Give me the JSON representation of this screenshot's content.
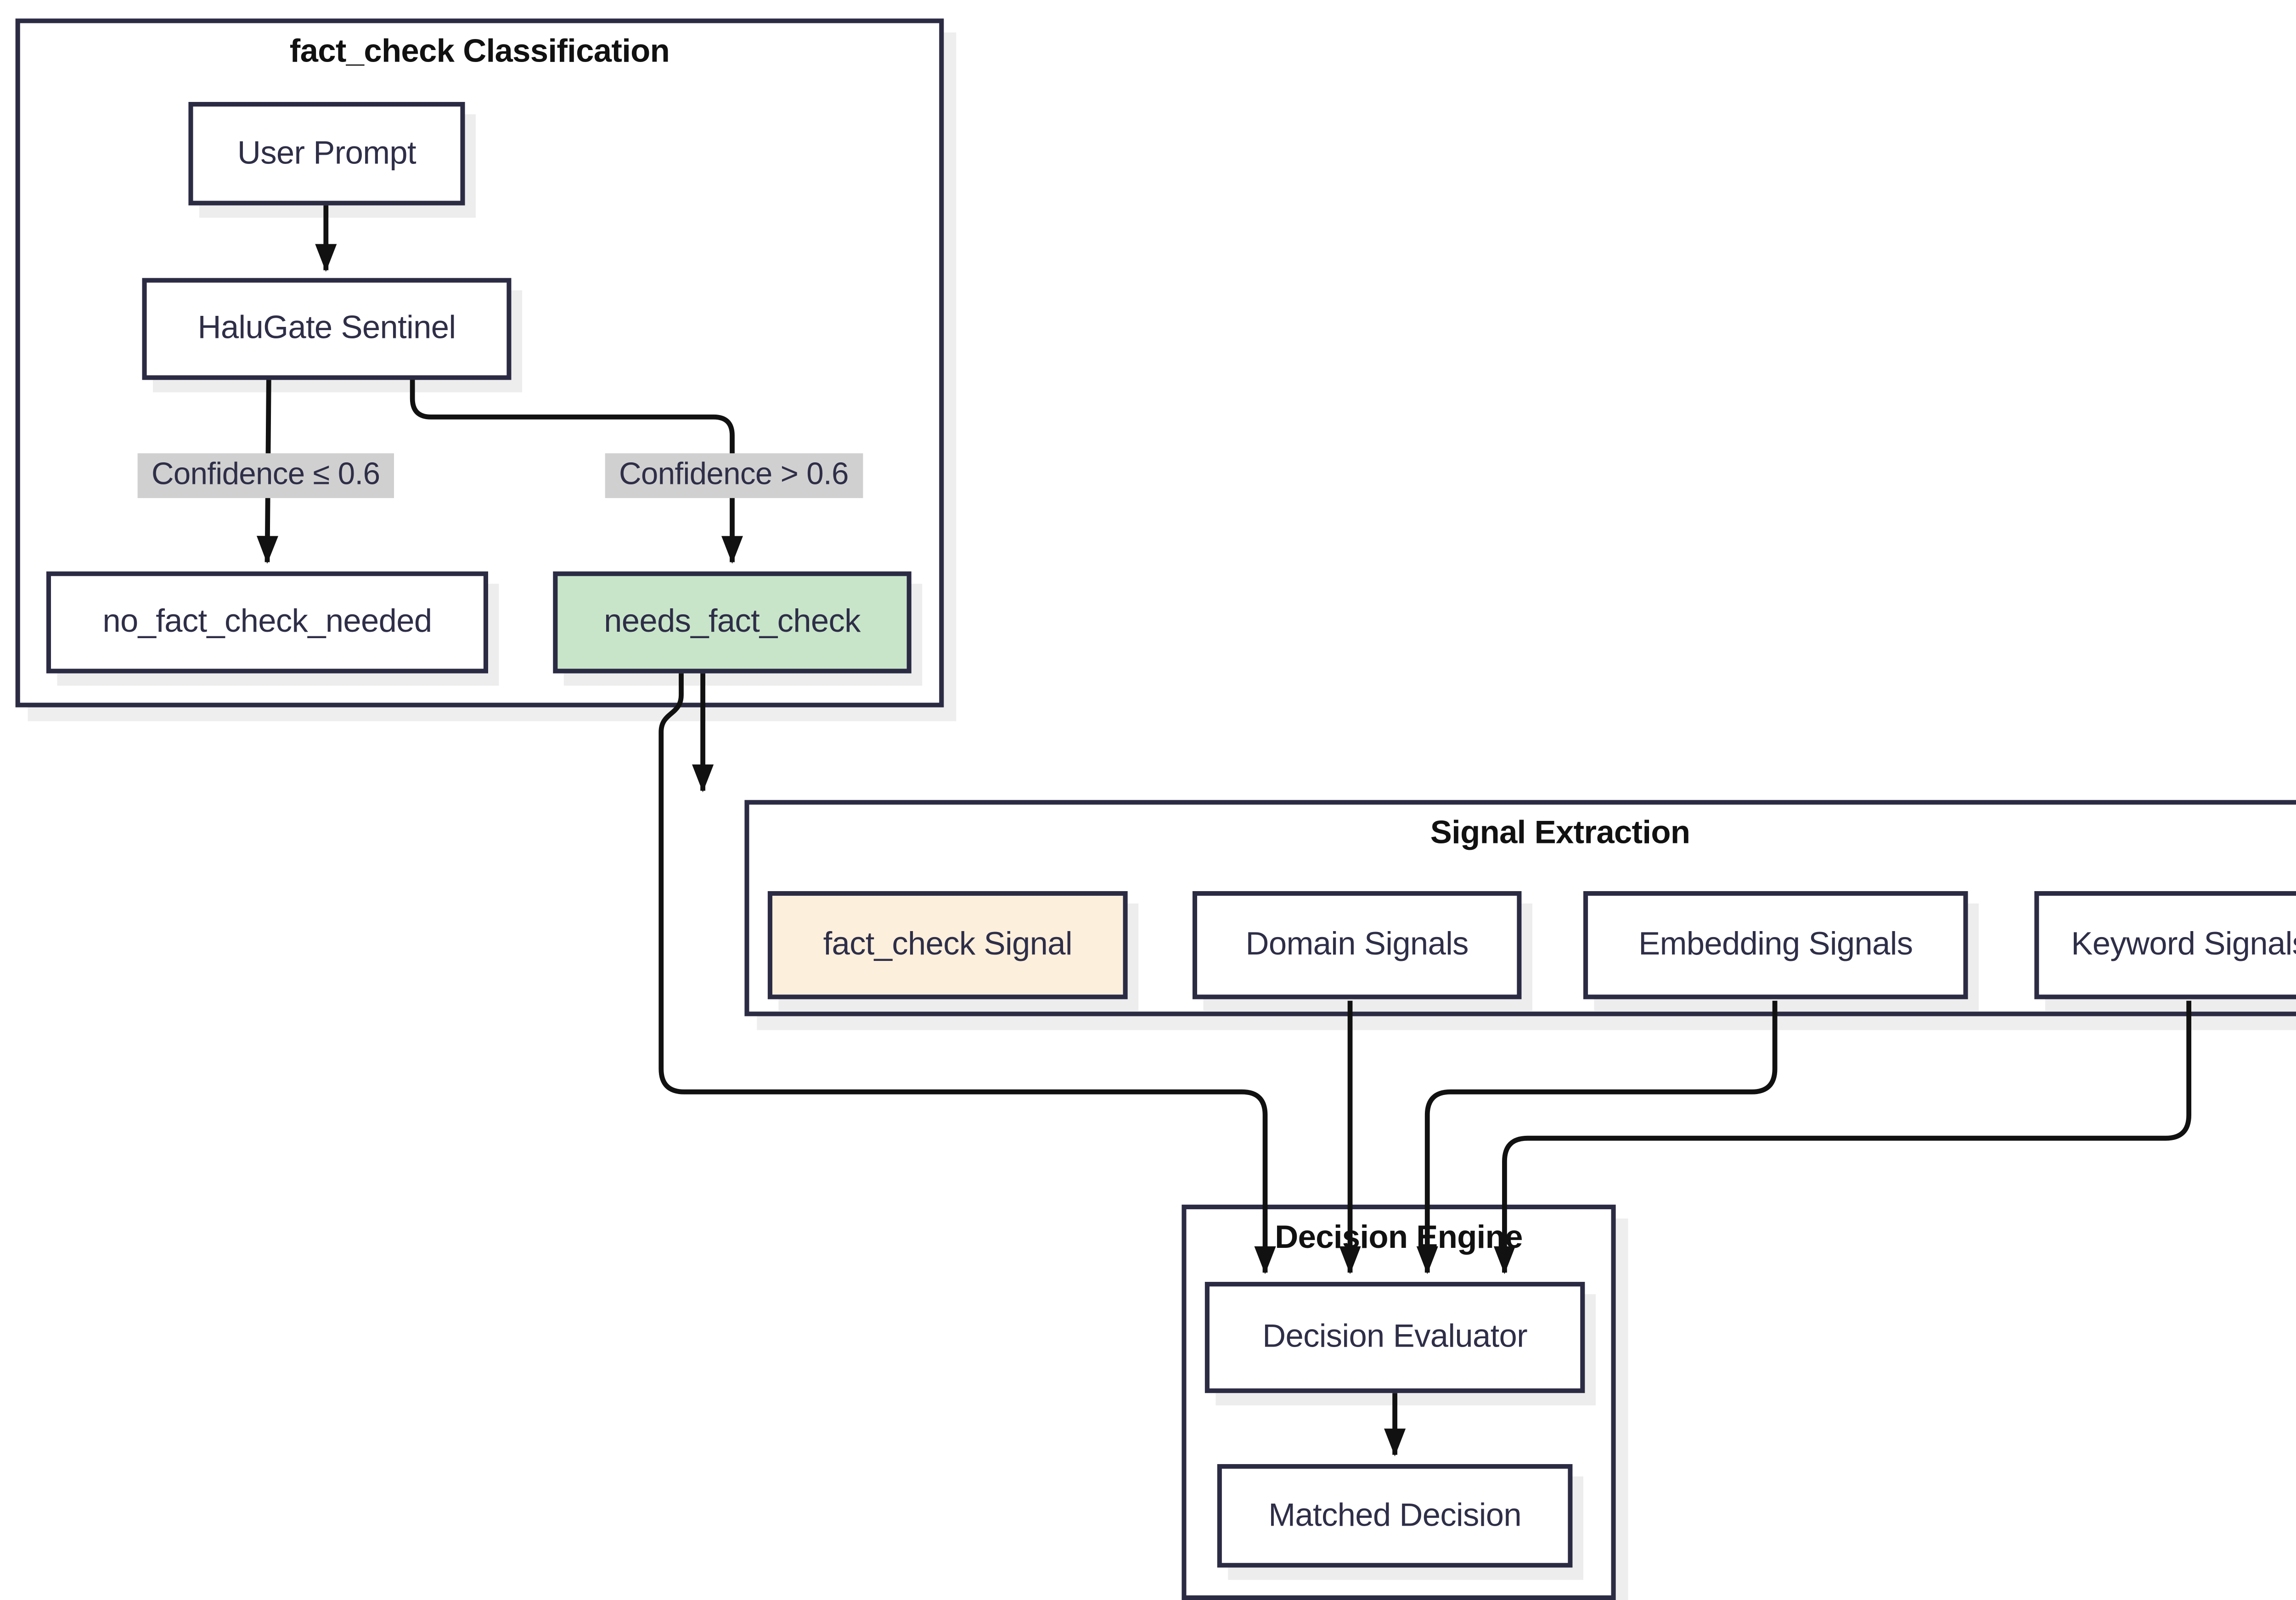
{
  "diagram": {
    "type": "flowchart",
    "clusters": {
      "classification": {
        "title": "fact_check Classification"
      },
      "signal_extraction": {
        "title": "Signal Extraction"
      },
      "decision_engine": {
        "title": "Decision Engine"
      }
    },
    "nodes": {
      "user_prompt": {
        "label": "User Prompt"
      },
      "halugate_sentinel": {
        "label": "HaluGate Sentinel"
      },
      "no_fact_check_needed": {
        "label": "no_fact_check_needed"
      },
      "needs_fact_check": {
        "label": "needs_fact_check"
      },
      "fact_check_signal": {
        "label": "fact_check Signal"
      },
      "domain_signals": {
        "label": "Domain Signals"
      },
      "embedding_signals": {
        "label": "Embedding Signals"
      },
      "keyword_signals": {
        "label": "Keyword Signals"
      },
      "decision_evaluator": {
        "label": "Decision Evaluator"
      },
      "matched_decision": {
        "label": "Matched Decision"
      }
    },
    "edge_labels": {
      "low_confidence": "Confidence ≤ 0.6",
      "high_confidence": "Confidence > 0.6"
    },
    "edges": [
      {
        "from": "user_prompt",
        "to": "halugate_sentinel",
        "label": ""
      },
      {
        "from": "halugate_sentinel",
        "to": "no_fact_check_needed",
        "label": "Confidence ≤ 0.6"
      },
      {
        "from": "halugate_sentinel",
        "to": "needs_fact_check",
        "label": "Confidence > 0.6"
      },
      {
        "from": "needs_fact_check",
        "to": "signal_extraction",
        "label": ""
      },
      {
        "from": "needs_fact_check",
        "to": "decision_evaluator",
        "label": ""
      },
      {
        "from": "domain_signals",
        "to": "decision_evaluator",
        "label": ""
      },
      {
        "from": "embedding_signals",
        "to": "decision_evaluator",
        "label": ""
      },
      {
        "from": "keyword_signals",
        "to": "decision_evaluator",
        "label": ""
      },
      {
        "from": "decision_evaluator",
        "to": "matched_decision",
        "label": ""
      }
    ]
  },
  "colors": {
    "node_border": "#2b2b44",
    "node_fill": "#ffffff",
    "node_text": "#2e2e48",
    "title_text": "#111111",
    "edge_stroke": "#111111",
    "edge_label_bg": "#d0d0d0",
    "green_fill": "#c9e5c9",
    "peach_fill": "#fcefdc",
    "shadow": "#ededed"
  }
}
